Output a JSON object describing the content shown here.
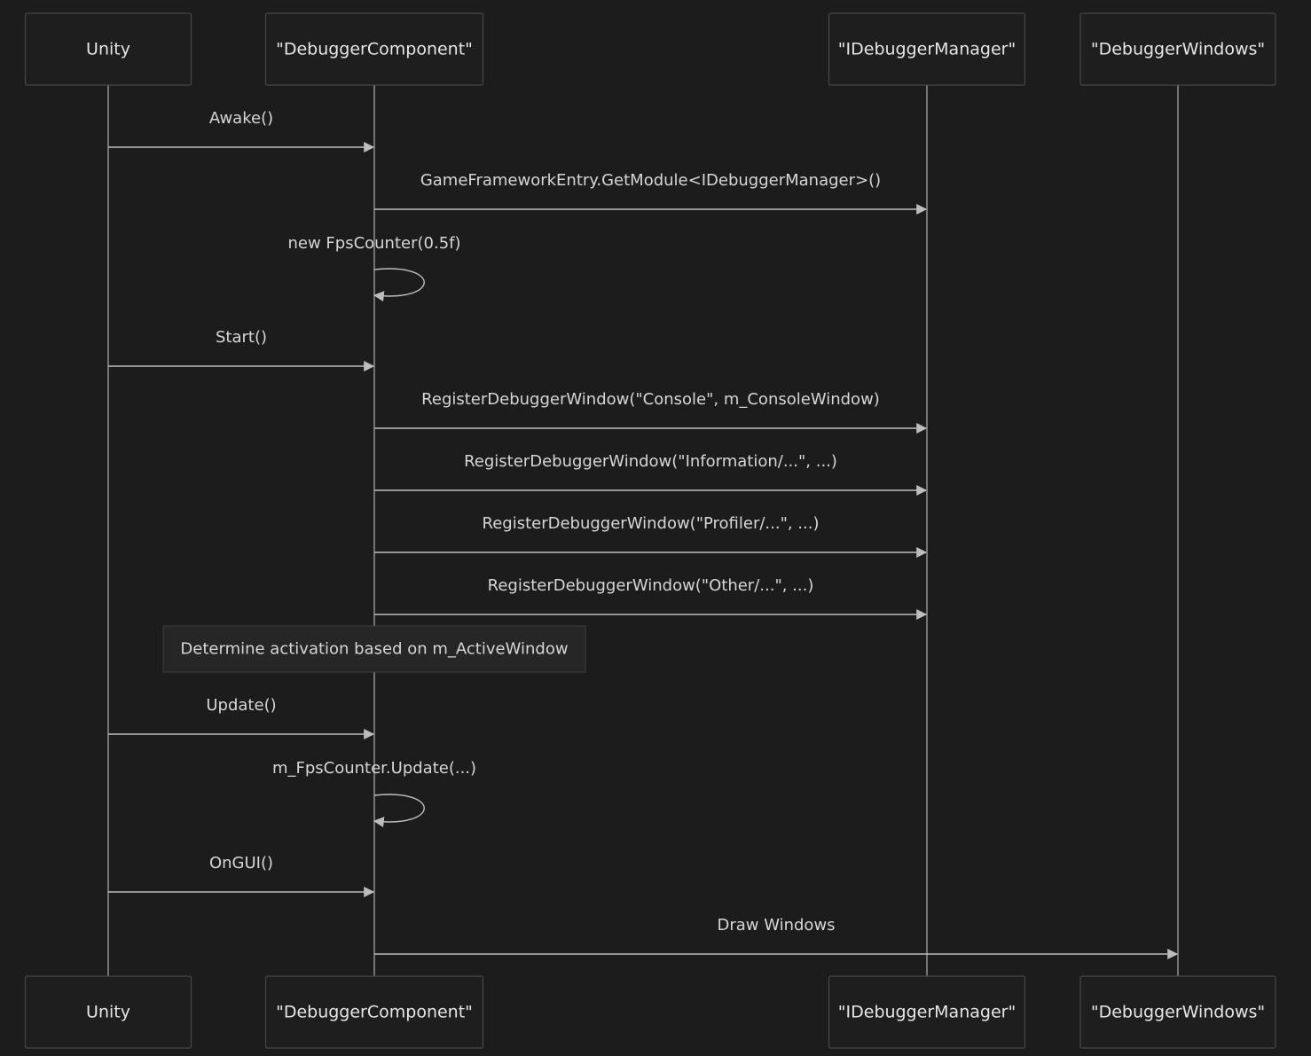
{
  "colors": {
    "background": "#1c1c1c",
    "box_fill": "#1e1e1e",
    "box_stroke": "#474747",
    "lifeline": "#8a8a8a",
    "arrow": "#bdbdbd",
    "text": "#e6e6e6",
    "note_fill": "#262626"
  },
  "participants": [
    {
      "id": "unity",
      "label": "Unity"
    },
    {
      "id": "component",
      "label": "\"DebuggerComponent\""
    },
    {
      "id": "manager",
      "label": "\"IDebuggerManager\""
    },
    {
      "id": "windows",
      "label": "\"DebuggerWindows\""
    }
  ],
  "messages": [
    {
      "from": "unity",
      "to": "component",
      "label": "Awake()"
    },
    {
      "from": "component",
      "to": "manager",
      "label": "GameFrameworkEntry.GetModule<IDebuggerManager>()"
    },
    {
      "from": "component",
      "to": "component",
      "label": "new FpsCounter(0.5f)"
    },
    {
      "from": "unity",
      "to": "component",
      "label": "Start()"
    },
    {
      "from": "component",
      "to": "manager",
      "label": "RegisterDebuggerWindow(\"Console\", m_ConsoleWindow)"
    },
    {
      "from": "component",
      "to": "manager",
      "label": "RegisterDebuggerWindow(\"Information/...\", ...)"
    },
    {
      "from": "component",
      "to": "manager",
      "label": "RegisterDebuggerWindow(\"Profiler/...\", ...)"
    },
    {
      "from": "component",
      "to": "manager",
      "label": "RegisterDebuggerWindow(\"Other/...\", ...)"
    },
    {
      "from": "unity",
      "to": "component",
      "label": "Update()"
    },
    {
      "from": "component",
      "to": "component",
      "label": "m_FpsCounter.Update(...)"
    },
    {
      "from": "unity",
      "to": "component",
      "label": "OnGUI()"
    },
    {
      "from": "component",
      "to": "windows",
      "label": "Draw Windows"
    }
  ],
  "note": {
    "over": "component",
    "text": "Determine activation based on m_ActiveWindow"
  }
}
